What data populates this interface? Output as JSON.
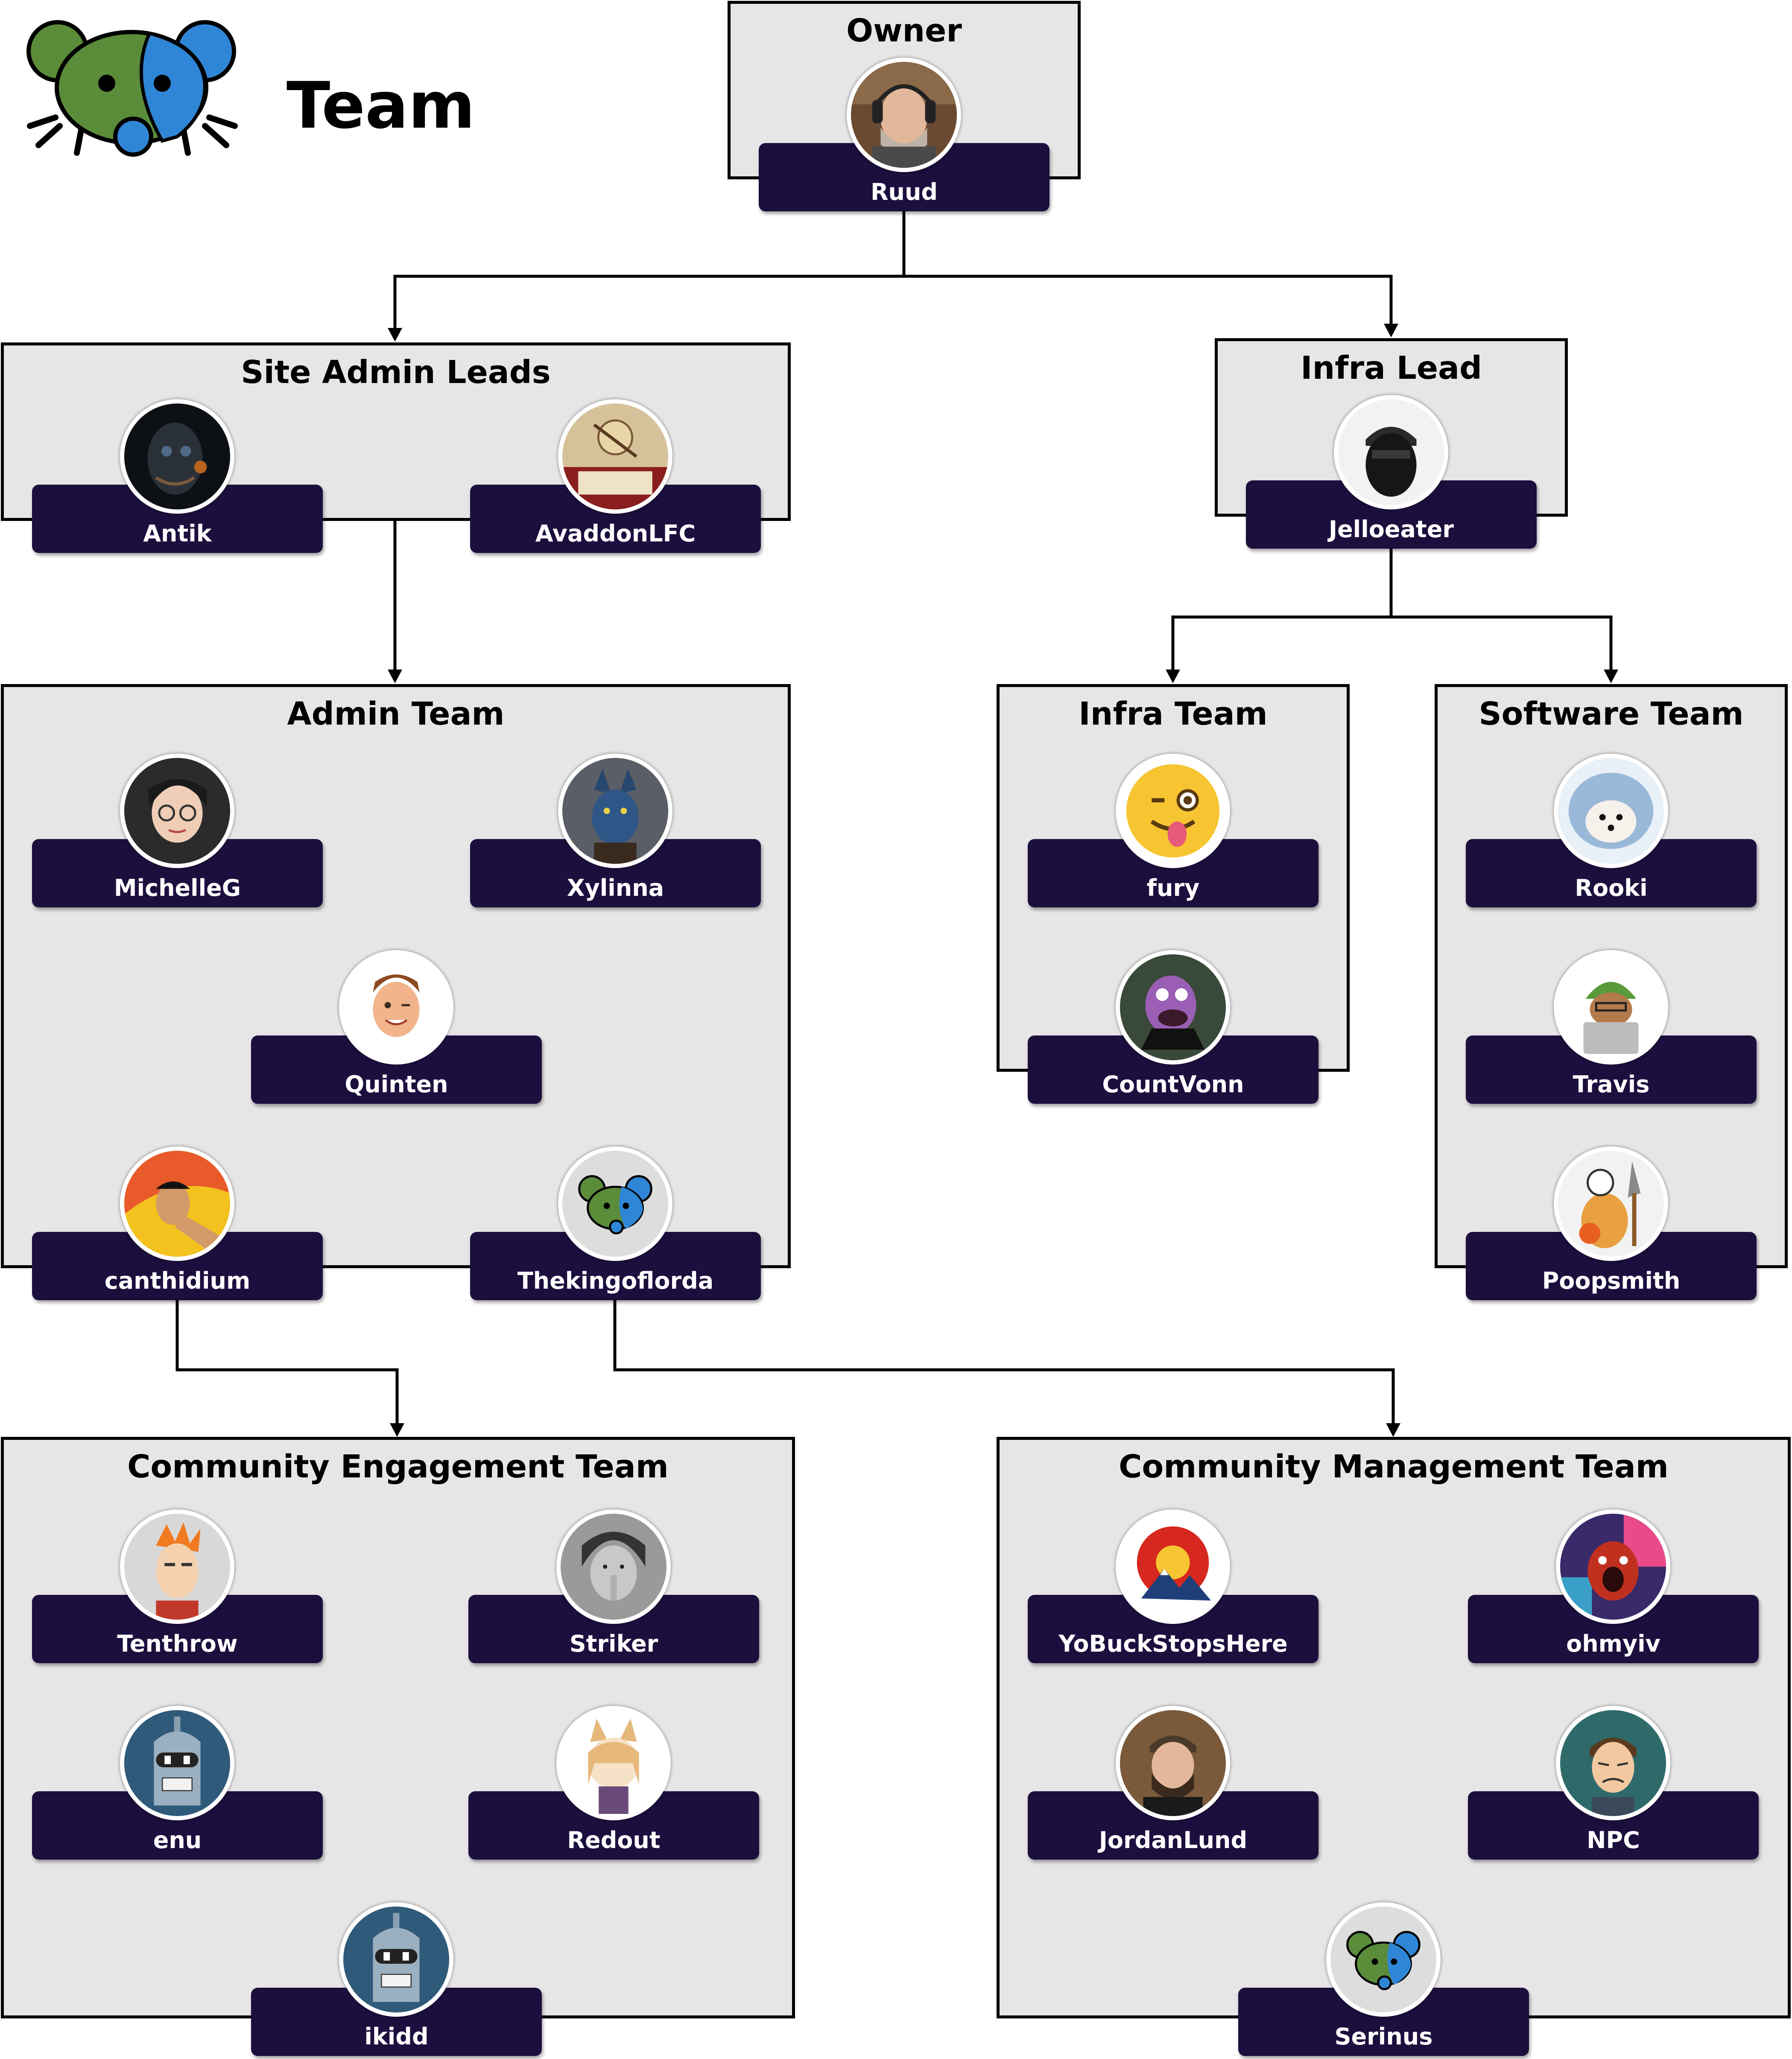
{
  "title": "Team",
  "colors": {
    "name_bar": "#1c0f3e",
    "group_fill": "#e6e6e6",
    "logo_green": "#5b8c3a",
    "logo_blue": "#2f86d6"
  },
  "logo_icon": "two-tone-mouse-head-icon",
  "groups": {
    "owner": {
      "title": "Owner",
      "members": [
        {
          "name": "Ruud",
          "avatar": "bearded-man-headphones-avatar"
        }
      ]
    },
    "site_admin_leads": {
      "title": "Site Admin Leads",
      "members": [
        {
          "name": "Antik",
          "avatar": "dark-robot-face-avatar"
        },
        {
          "name": "AvaddonLFC",
          "avatar": "acme-vintage-illustration-avatar"
        }
      ]
    },
    "infra_lead": {
      "title": "Infra Lead",
      "members": [
        {
          "name": "Jelloeater",
          "avatar": "masked-person-cap-avatar"
        }
      ]
    },
    "admin_team": {
      "title": "Admin Team",
      "members": [
        {
          "name": "MichelleG",
          "avatar": "cartoon-woman-glasses-avatar"
        },
        {
          "name": "Xylinna",
          "avatar": "blue-wolf-avatar"
        },
        {
          "name": "Quinten",
          "avatar": "winking-cartoon-man-avatar"
        },
        {
          "name": "canthidium",
          "avatar": "martial-artist-avatar"
        },
        {
          "name": "Thekingoflorda",
          "avatar": "two-tone-mouse-avatar"
        }
      ]
    },
    "infra_team": {
      "title": "Infra Team",
      "members": [
        {
          "name": "fury",
          "avatar": "winking-tongue-emoji-avatar"
        },
        {
          "name": "CountVonn",
          "avatar": "purple-count-puppet-avatar"
        }
      ]
    },
    "software_team": {
      "title": "Software Team",
      "members": [
        {
          "name": "Rooki",
          "avatar": "hedgehog-avatar"
        },
        {
          "name": "Travis",
          "avatar": "helmet-laptop-avatar"
        },
        {
          "name": "Poopsmith",
          "avatar": "cartoon-shovel-character-avatar"
        }
      ]
    },
    "community_engagement_team": {
      "title": "Community Engagement Team",
      "members": [
        {
          "name": "Tenthrow",
          "avatar": "squinting-cartoon-man-avatar"
        },
        {
          "name": "Striker",
          "avatar": "shushing-anime-boy-avatar"
        },
        {
          "name": "enu",
          "avatar": "robot-head-avatar"
        },
        {
          "name": "Redout",
          "avatar": "anime-cat-girl-avatar"
        },
        {
          "name": "ikidd",
          "avatar": "robot-head-avatar"
        }
      ]
    },
    "community_management_team": {
      "title": "Community Management Team",
      "members": [
        {
          "name": "YoBuckStopsHere",
          "avatar": "colorado-flag-avatar"
        },
        {
          "name": "ohmyiv",
          "avatar": "screaming-red-figure-avatar"
        },
        {
          "name": "JordanLund",
          "avatar": "bearded-man-cap-avatar"
        },
        {
          "name": "NPC",
          "avatar": "stressed-cartoon-man-avatar"
        },
        {
          "name": "Serinus",
          "avatar": "two-tone-mouse-avatar"
        }
      ]
    }
  }
}
